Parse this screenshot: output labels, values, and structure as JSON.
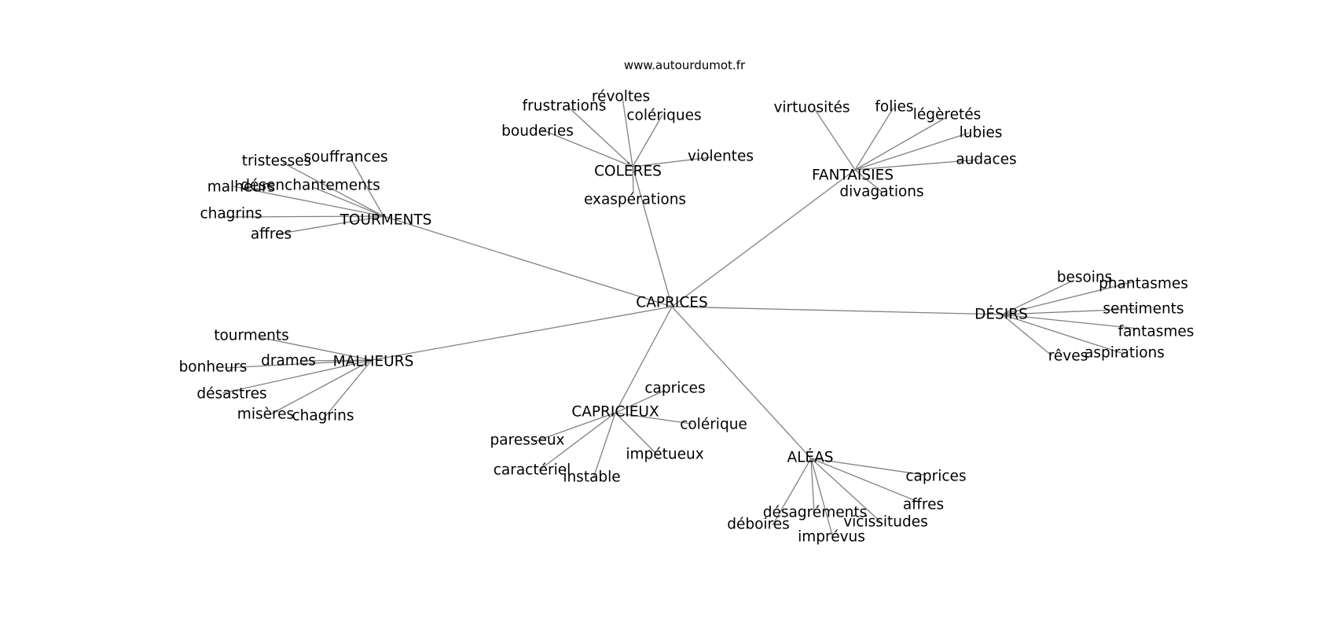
{
  "site": "www.autourdumot.fr",
  "center": "CAPRICES",
  "groups": [
    {
      "hub": "COLÈRES",
      "words": [
        "frustrations",
        "révoltes",
        "colériques",
        "bouderies",
        "violentes",
        "exaspérations"
      ]
    },
    {
      "hub": "FANTAISIES",
      "words": [
        "virtuosités",
        "folies",
        "légèretés",
        "lubies",
        "audaces",
        "divagations"
      ]
    },
    {
      "hub": "TOURMENTS",
      "words": [
        "tristesses",
        "souffrances",
        "malheurs",
        "désenchantements",
        "chagrins",
        "affres"
      ]
    },
    {
      "hub": "DÉSIRS",
      "words": [
        "besoins",
        "phantasmes",
        "sentiments",
        "fantasmes",
        "rêves",
        "aspirations"
      ]
    },
    {
      "hub": "MALHEURS",
      "words": [
        "tourments",
        "bonheurs",
        "drames",
        "désastres",
        "misères",
        "chagrins"
      ]
    },
    {
      "hub": "CAPRICIEUX",
      "words": [
        "caprices",
        "colérique",
        "paresseux",
        "impétueux",
        "caractériel",
        "instable"
      ]
    },
    {
      "hub": "ALÉAS",
      "words": [
        "caprices",
        "affres",
        "désagréments",
        "déboires",
        "vicissitudes",
        "imprévus"
      ]
    }
  ]
}
